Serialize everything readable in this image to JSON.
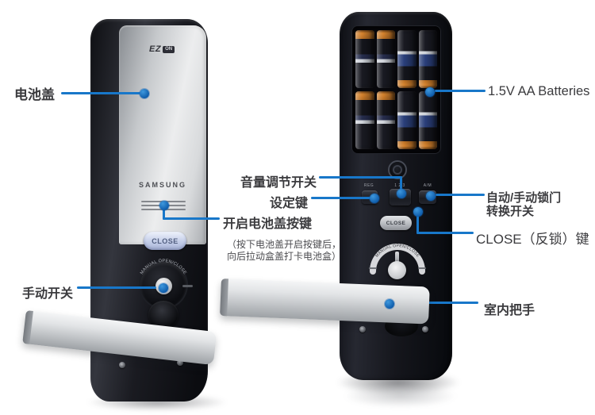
{
  "labels": {
    "battery_cover": "电池盖",
    "manual_switch": "手动开关",
    "volume_switch": "音量调节开关",
    "set_key": "设定键",
    "open_battery_button": "开启电池盖按键",
    "open_battery_note1": "（按下电池盖开启按键后，",
    "open_battery_note2": "向后拉动盒盖打卡电池盒）",
    "batteries": "1.5V AA Batteries",
    "auto_manual_1": "自动/手动锁门",
    "auto_manual_2": "转换开关",
    "close_key": "CLOSE（反锁）键",
    "indoor_handle": "室内把手"
  },
  "front_device": {
    "logo_ez": "EZ",
    "logo_on": "ON",
    "brand": "SAMSUNG",
    "close_label": "CLOSE",
    "dial_text": "MANUAL OPEN/CLOSE"
  },
  "back_device": {
    "close_label": "CLOSE",
    "dial_text": "MANUAL OPEN/CLOSE",
    "switch_labels": [
      "REG",
      "1 2 3",
      "A/M"
    ],
    "battery_count": 8
  },
  "colors": {
    "callout_line": "#1877c9",
    "callout_dot": "#0e5cab",
    "label_text": "#3b3b3e"
  }
}
